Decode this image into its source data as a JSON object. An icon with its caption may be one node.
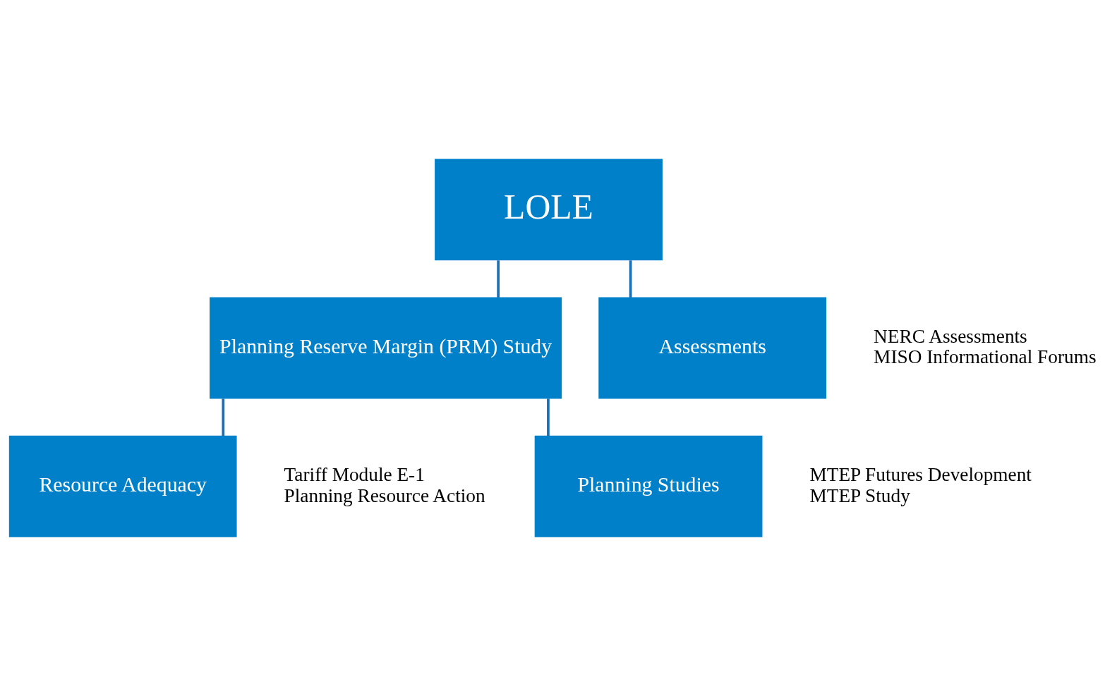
{
  "diagram": {
    "nodes": [
      {
        "text": [
          "LOLE"
        ]
      },
      {
        "text": [
          "Planning Reserve Margin (PRM) Study"
        ]
      },
      {
        "text": [
          "Assessments"
        ],
        "beside": [
          "NERC Assessments",
          "MISO Informational Forums"
        ]
      },
      {
        "text": [
          "Resource Adequacy"
        ],
        "beside": [
          "Tariff Module E-1",
          "Planning Resource Action"
        ]
      },
      {
        "text": [
          "Planning Studies"
        ],
        "beside": [
          "MTEP Futures Development",
          "MTEP Study"
        ]
      }
    ],
    "edges": [
      {
        "from": 0,
        "to": 1,
        "arrow": "none"
      },
      {
        "from": 0,
        "to": 2,
        "arrow": "none"
      },
      {
        "from": 1,
        "to": 3,
        "arrow": "none"
      },
      {
        "from": 1,
        "to": 4,
        "arrow": "none"
      }
    ]
  }
}
